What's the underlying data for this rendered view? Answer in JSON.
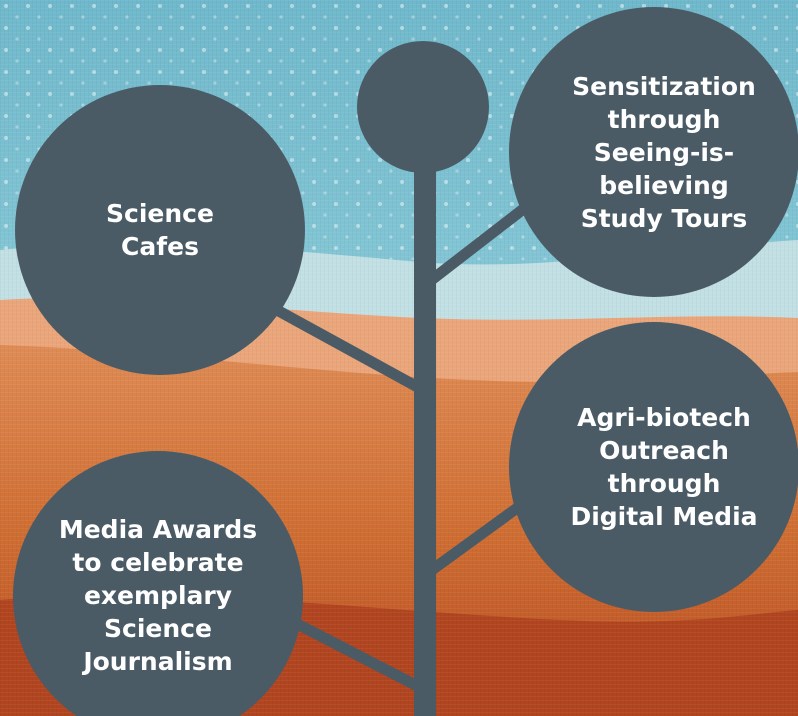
{
  "colors": {
    "node_fill": "#4a5b66",
    "text": "#ffffff",
    "sky_top": "#7ec2d2",
    "sky_light": "#b9dde2",
    "sand_light": "#e7a070",
    "sand_mid": "#d4753a",
    "sand_dark": "#b94d22"
  },
  "nodes": [
    {
      "id": "science-cafes",
      "label": "Science\nCafes"
    },
    {
      "id": "study-tours",
      "label": "Sensitization\nthrough\nSeeing-is-\nbelieving\nStudy Tours"
    },
    {
      "id": "digital-media",
      "label": "Agri-biotech\nOutreach\nthrough\nDigital Media"
    },
    {
      "id": "media-awards",
      "label": "Media Awards\nto celebrate\nexemplary\nScience\nJournalism"
    }
  ]
}
